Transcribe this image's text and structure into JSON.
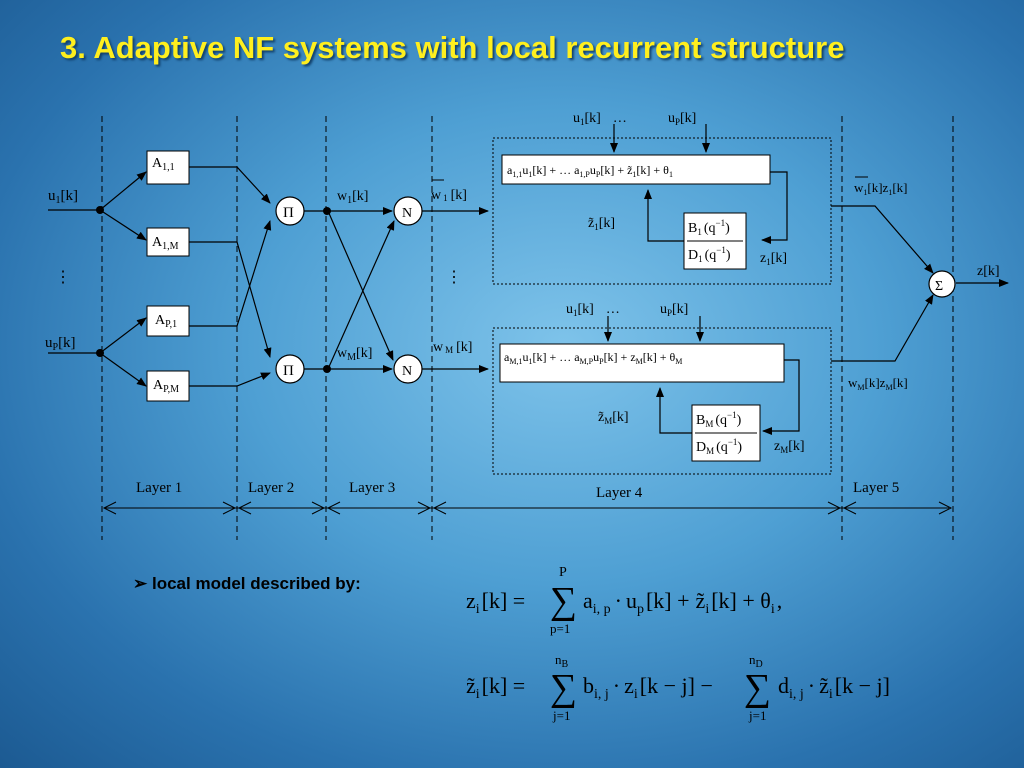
{
  "slide": {
    "title": "3. Adaptive NF systems with local recurrent structure",
    "bullet_marker": "➢",
    "bullet_text": "local model described by:"
  },
  "diagram": {
    "inputs": {
      "u1": "u",
      "u1_sub": "1",
      "up": "u",
      "up_sub": "P",
      "bracket_k": "[k]",
      "vdots": "⋮"
    },
    "layer1": {
      "A11": {
        "main": "A",
        "sub": "1,1"
      },
      "A1M": {
        "main": "A",
        "sub": "1,M"
      },
      "AP1": {
        "main": "A",
        "sub": "P,1"
      },
      "APM": {
        "main": "A",
        "sub": "P,M"
      }
    },
    "layer2": {
      "prod_symbol": "Π"
    },
    "layer3": {
      "norm_symbol": "N",
      "w1": "w",
      "w1_sub": "1",
      "w1_k": "[k]",
      "wM": "w",
      "wM_sub": "M",
      "wM_k": "[k]"
    },
    "layer4": {
      "w1bar": "w",
      "w1bar_sub": "1",
      "w1bar_k": "[k]",
      "wMbar": "w",
      "wMbar_sub": "M",
      "wMbar_k": "[k]",
      "top_u1": "u",
      "top_u1_sub": "1",
      "top_u1_k": "[k]",
      "top_ellipsis": "…",
      "top_up": "u",
      "top_up_sub": "P",
      "top_up_k": "[k]",
      "rule1": "a₁,₁u₁[k] + … a₁,ₚuₚ[k] + z̃₁[k] + θ₁",
      "rule1_parts": {
        "a": "a",
        "sub1": "1,1",
        "u": "u",
        "usub": "1",
        "k": "[k] + … ",
        "a2": "a",
        "sub2": "1,P",
        "u2": "u",
        "usub2": "P",
        "k2": "[k] + ",
        "z": "z̃",
        "zsub": "1",
        "k3": "[k] + θ",
        "thsub": "1"
      },
      "ruleM_parts": {
        "a": "a",
        "sub1": "M,1",
        "u": "u",
        "usub": "1",
        "k": "[k] + … ",
        "a2": "a",
        "sub2": "M,P",
        "u2": "u",
        "usub2": "P",
        "k2": "[k] + ",
        "z": "z",
        "zsub": "M",
        "k3": "[k] + θ",
        "thsub": "M"
      },
      "z1tilde": "z̃",
      "z1tilde_sub": "1",
      "z1tilde_k": "[k]",
      "zMtilde": "z̃",
      "zMtilde_sub": "M",
      "zMtilde_k": "[k]",
      "B1": "B",
      "B1_sub": "1",
      "D1": "D",
      "D1_sub": "1",
      "BM": "B",
      "BM_sub": "M",
      "DM": "D",
      "DM_sub": "M",
      "qinv": "(q",
      "qinv_sup": "−1",
      "qinv_close": ")",
      "z1": "z",
      "z1_sub": "1",
      "z1_k": "[k]",
      "zM": "z",
      "zM_sub": "M",
      "zM_k": "[k]"
    },
    "layer5": {
      "w1z1": "w",
      "w1z1_sub": "1",
      "w1z1_mid": "[k]z",
      "w1z1_sub2": "1",
      "w1z1_k": "[k]",
      "wMzM": "w",
      "wMzM_sub": "M",
      "wMzM_mid": "[k]z",
      "wMzM_sub2": "M",
      "wMzM_k": "[k]",
      "sum_symbol": "Σ",
      "output": "z[k]"
    },
    "layer_labels": [
      "Layer 1",
      "Layer 2",
      "Layer 3",
      "Layer 4",
      "Layer 5"
    ]
  },
  "equations": {
    "eq1": {
      "lhs": "z",
      "lhs_sub": "i",
      "lhs_k": "[k] =",
      "sum_top": "P",
      "sum_bot": "p=1",
      "a": "a",
      "a_sub": "i, p",
      "dot": "·",
      "u": "u",
      "u_sub": "p",
      "u_k": "[k] +",
      "z": "z̃",
      "z_sub": "i",
      "z_k": "[k] + θ",
      "th_sub": "i",
      "tail": ","
    },
    "eq2": {
      "lhs": "z̃",
      "lhs_sub": "i",
      "lhs_k": "[k] =",
      "sum1_top": "n",
      "sum1_top_sub": "B",
      "sum1_bot": "j=1",
      "b": "b",
      "b_sub": "i, j",
      "dot": "·",
      "z": "z",
      "z_sub": "i",
      "z_k": "[k − j] −",
      "sum2_top": "n",
      "sum2_top_sub": "D",
      "sum2_bot": "j=1",
      "d": "d",
      "d_sub": "i, j",
      "dot2": "·",
      "z2": "z̃",
      "z2_sub": "i",
      "z2_k": "[k − j]"
    }
  }
}
